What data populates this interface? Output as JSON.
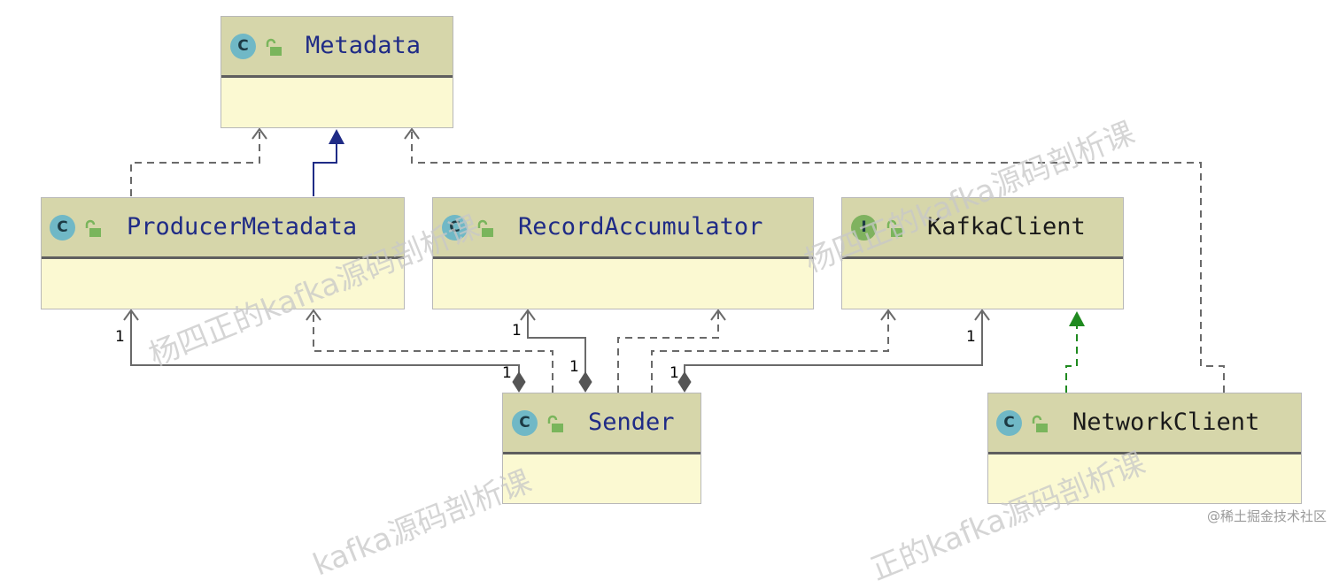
{
  "classes": {
    "metadata": {
      "name": "Metadata",
      "kind": "C"
    },
    "producer_metadata": {
      "name": "ProducerMetadata",
      "kind": "C"
    },
    "record_accumulator": {
      "name": "RecordAccumulator",
      "kind": "C"
    },
    "kafka_client": {
      "name": "KafkaClient",
      "kind": "I"
    },
    "sender": {
      "name": "Sender",
      "kind": "C"
    },
    "network_client": {
      "name": "NetworkClient",
      "kind": "C"
    }
  },
  "multiplicity": "1",
  "watermark": {
    "a": "杨四正的kafka源码剖析课",
    "b": "杨四正的kafka源码剖析课",
    "c": "kafka源码剖析课",
    "d": "正的kafka源码剖析课"
  },
  "credit": "@稀土掘金技术社区",
  "colors": {
    "header": "#d6d6aa",
    "body": "#fbf9d2",
    "inheritance": "#1f2b86",
    "implementation": "#1f8a1f",
    "dependency": "#6a6a6a"
  }
}
